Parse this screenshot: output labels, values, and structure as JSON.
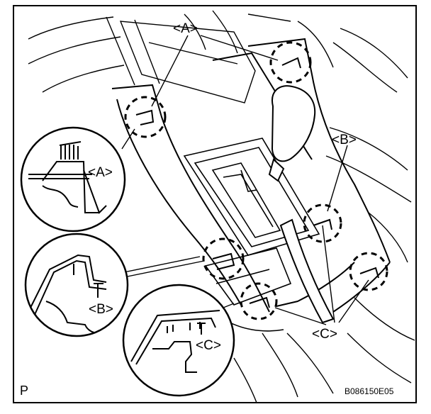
{
  "diagram": {
    "callouts": {
      "a_top": "<A>",
      "a_detail": "<A>",
      "b_right": "<B>",
      "b_detail": "<B>",
      "c_detail": "<C>",
      "c_bottom": "<C>"
    },
    "corner_mark": "P",
    "figure_code": "B086150E05"
  },
  "colors": {
    "ink": "#000000",
    "paper": "#ffffff"
  }
}
